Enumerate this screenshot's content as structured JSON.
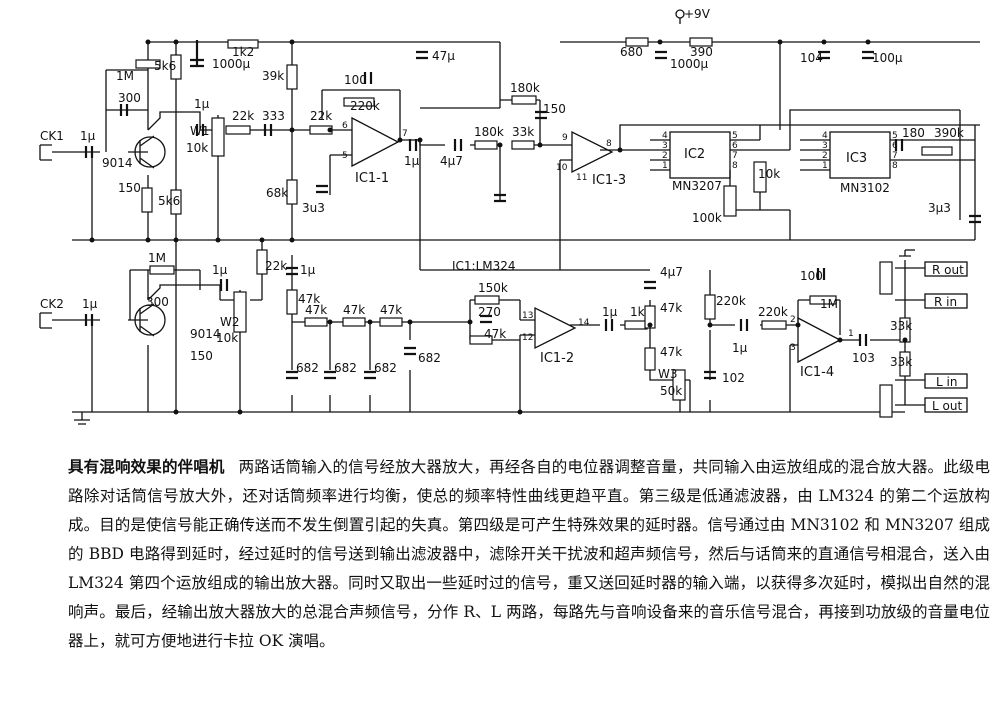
{
  "labels": {
    "ck1": "CK1",
    "ck2": "CK2",
    "c1u_in1": "1μ",
    "c1u_in2": "1μ",
    "r1M_a": "1M",
    "r1M_b": "1M",
    "c300_a": "300",
    "c300_b": "300",
    "q1": "9014",
    "q2": "9014",
    "r150_a": "150",
    "r150_b": "150",
    "r5k6_a": "5k6",
    "r5k6_b": "5k6",
    "r1k2": "1k2",
    "c1000u_a": "1000μ",
    "c47u": "47μ",
    "r39k": "39k",
    "r68k": "68k",
    "c3u3_a": "3u3",
    "c1u_w1": "1μ",
    "w1": "W1",
    "w1v": "10k",
    "r22k_a": "22k",
    "c333": "333",
    "c1u_w2": "1μ",
    "w2": "W2",
    "w2v": "10k",
    "r22k_b": "22k",
    "c100_a": "100",
    "r220k_a": "220k",
    "r22k_c": "22k",
    "ic11": "IC1-1",
    "ic12": "IC1-2",
    "ic13": "IC1-3",
    "ic14": "IC1-4",
    "icnote": "IC1:LM324",
    "c1u_o1": "1μ",
    "c4u7_a": "4μ7",
    "r180k_a": "180k",
    "r33k_a": "33k",
    "r180k_b": "180k",
    "c150": "150",
    "vcc": "+9V",
    "r680": "680",
    "r390": "390",
    "c1000u_b": "1000μ",
    "c104": "104",
    "c100u": "100μ",
    "ic2": "IC2",
    "ic2p": "MN3207",
    "ic3": "IC3",
    "ic3p": "MN3102",
    "r10k": "10k",
    "r100k": "100k",
    "r180": "180",
    "r390k": "390k",
    "c3u3_b": "3μ3",
    "c1u_f": "1μ",
    "r47k_a": "47k",
    "r47k_b": "47k",
    "r47k_c": "47k",
    "r47k_d": "47k",
    "c682_a": "682",
    "c682_b": "682",
    "c682_c": "682",
    "c682_d": "682",
    "r150k": "150k",
    "c270": "270",
    "r47k_f": "47k",
    "c1u_o2": "1μ",
    "r1k": "1k",
    "c4u7_b": "4μ7",
    "r47k_g": "47k",
    "r47k_h": "47k",
    "w3": "W3",
    "w3v": "50k",
    "r220k_b": "220k",
    "c102": "102",
    "c1u_o4": "1μ",
    "r220k_c": "220k",
    "c100_b": "100",
    "r1M_c": "1M",
    "c103": "103",
    "r33k_b": "33k",
    "r33k_c": "33k",
    "rout": "R out",
    "rin": "R in",
    "lin": "L in",
    "lout": "L out",
    "p1": "1",
    "p2": "2",
    "p3": "3",
    "p4": "4",
    "p5": "5",
    "p6": "6",
    "p7": "7",
    "p8": "8",
    "p9": "9",
    "p10": "10",
    "p11": "11",
    "p12": "12",
    "p13": "13",
    "p14": "14"
  },
  "description": {
    "title": "具有混响效果的伴唱机",
    "body": "两路话筒输入的信号经放大器放大，再经各自的电位器调整音量，共同输入由运放组成的混合放大器。此级电路除对话筒信号放大外，还对话筒频率进行均衡，使总的频率特性曲线更趋平直。第三级是低通滤波器，由 LM324 的第二个运放构成。目的是使信号能正确传送而不发生倒置引起的失真。第四级是可产生特殊效果的延时器。信号通过由 MN3102 和 MN3207 组成的 BBD 电路得到延时，经过延时的信号送到输出滤波器中，滤除开关干扰波和超声频信号，然后与话筒来的直通信号相混合，送入由 LM324 第四个运放组成的输出放大器。同时又取出一些延时过的信号，重又送回延时器的输入端，以获得多次延时，模拟出自然的混响声。最后，经输出放大器放大的总混合声频信号，分作 R、L 两路，每路先与音响设备来的音乐信号混合，再接到功放级的音量电位器上，就可方便地进行卡拉 OK 演唱。"
  }
}
